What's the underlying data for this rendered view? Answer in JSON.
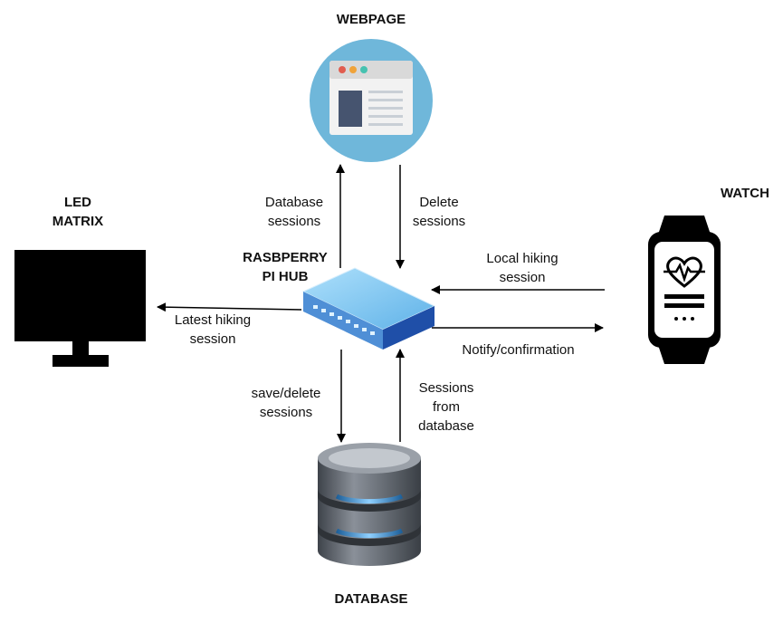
{
  "nodes": {
    "webpage": "WEBPAGE",
    "led_matrix": [
      "LED",
      "MATRIX"
    ],
    "hub": [
      "RASBPERRY",
      "PI HUB"
    ],
    "watch": "WATCH",
    "database": "DATABASE"
  },
  "edges": {
    "hub_to_webpage": [
      "Database",
      "sessions"
    ],
    "webpage_to_hub": [
      "Delete",
      "sessions"
    ],
    "watch_to_hub": [
      "Local hiking",
      "session"
    ],
    "hub_to_watch": "Notify/confirmation",
    "hub_to_led": [
      "Latest hiking",
      "session"
    ],
    "hub_to_database": [
      "save/delete",
      "sessions"
    ],
    "database_to_hub": [
      "Sessions",
      "from",
      "database"
    ]
  },
  "colors": {
    "webpage_circle": "#6fb7da",
    "hub_top": "#7cc6f2",
    "hub_front": "#1f4fa8",
    "screen": "#000000",
    "db_body": "#5a6068",
    "db_glow": "#4aa3e8"
  }
}
